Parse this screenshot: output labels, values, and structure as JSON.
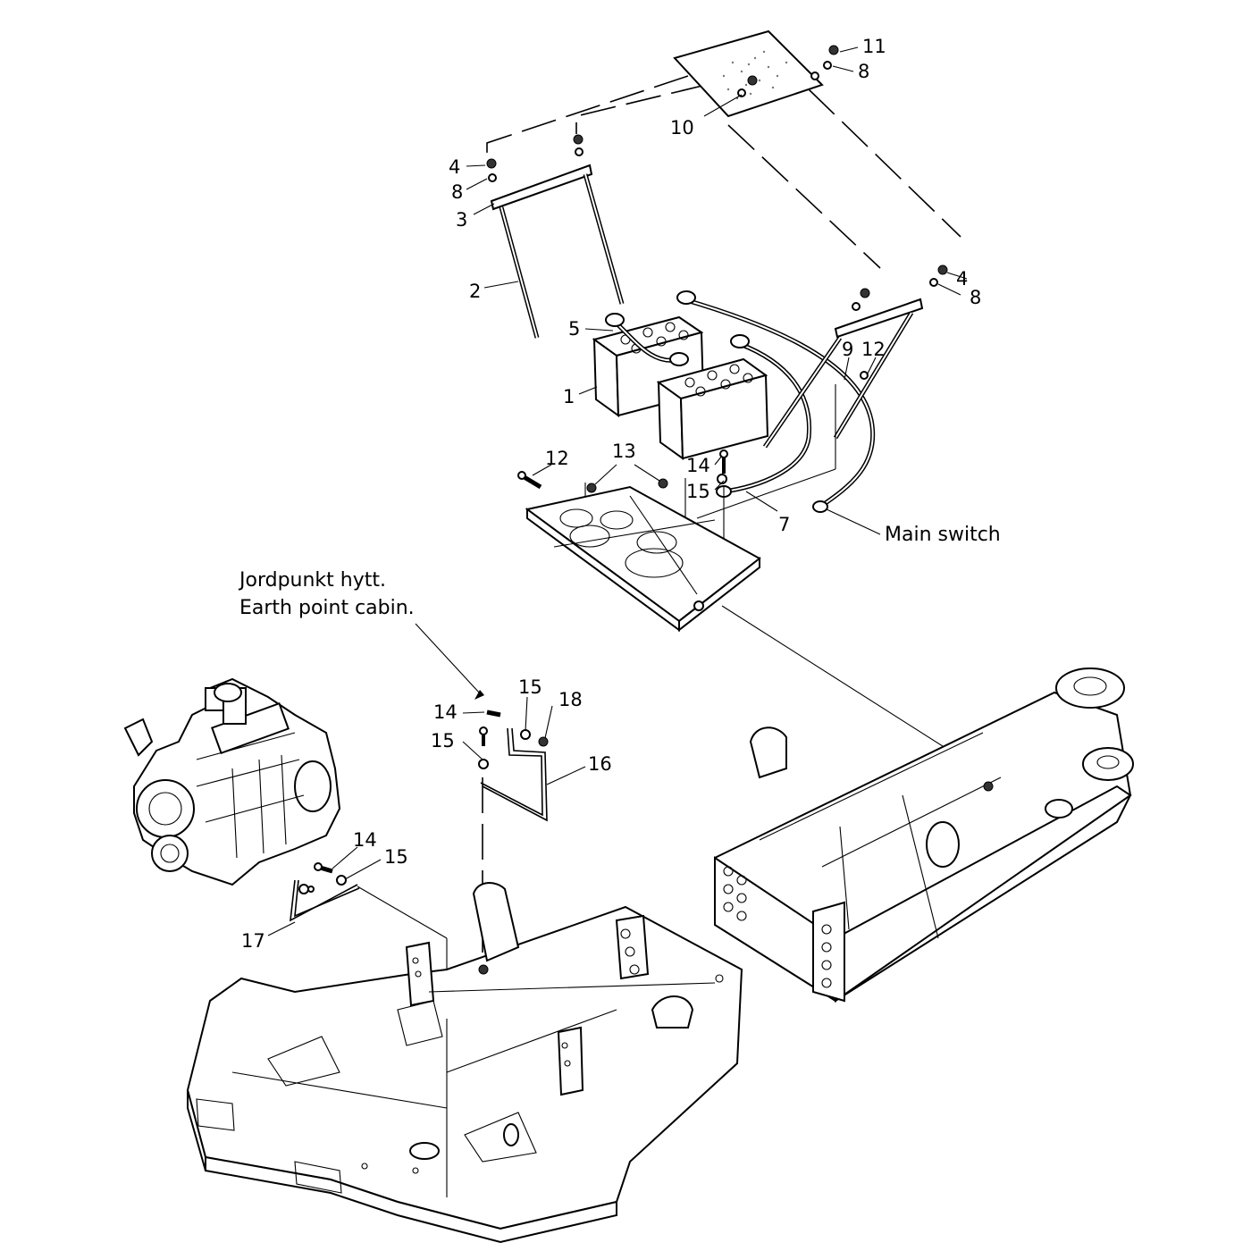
{
  "diagram": {
    "callouts": {
      "c1": "1",
      "c2": "2",
      "c3": "3",
      "c4a": "4",
      "c4b": "4",
      "c5": "5",
      "c7": "7",
      "c8a": "8",
      "c8b": "8",
      "c8c": "8",
      "c9": "9",
      "c10": "10",
      "c11": "11",
      "c12a": "12",
      "c12b": "12",
      "c13": "13",
      "c14a": "14",
      "c14b": "14",
      "c14c": "14",
      "c15a": "15",
      "c15b": "15",
      "c15c": "15",
      "c15d": "15",
      "c16": "16",
      "c17": "17",
      "c18": "18"
    },
    "notes": {
      "main_switch": "Main switch",
      "earth_point_sv": "Jordpunkt hytt.",
      "earth_point_en": "Earth point cabin."
    }
  }
}
